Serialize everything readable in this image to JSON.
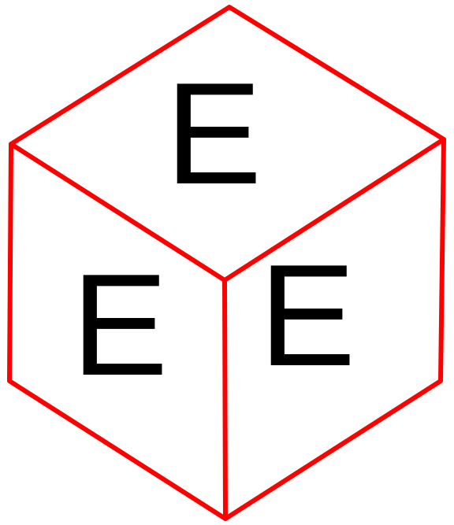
{
  "cube": {
    "edge_color": "#ff0000",
    "label_color": "#000000",
    "faces": {
      "top": {
        "label": "E"
      },
      "left": {
        "label": "E"
      },
      "right": {
        "label": "E"
      }
    }
  }
}
